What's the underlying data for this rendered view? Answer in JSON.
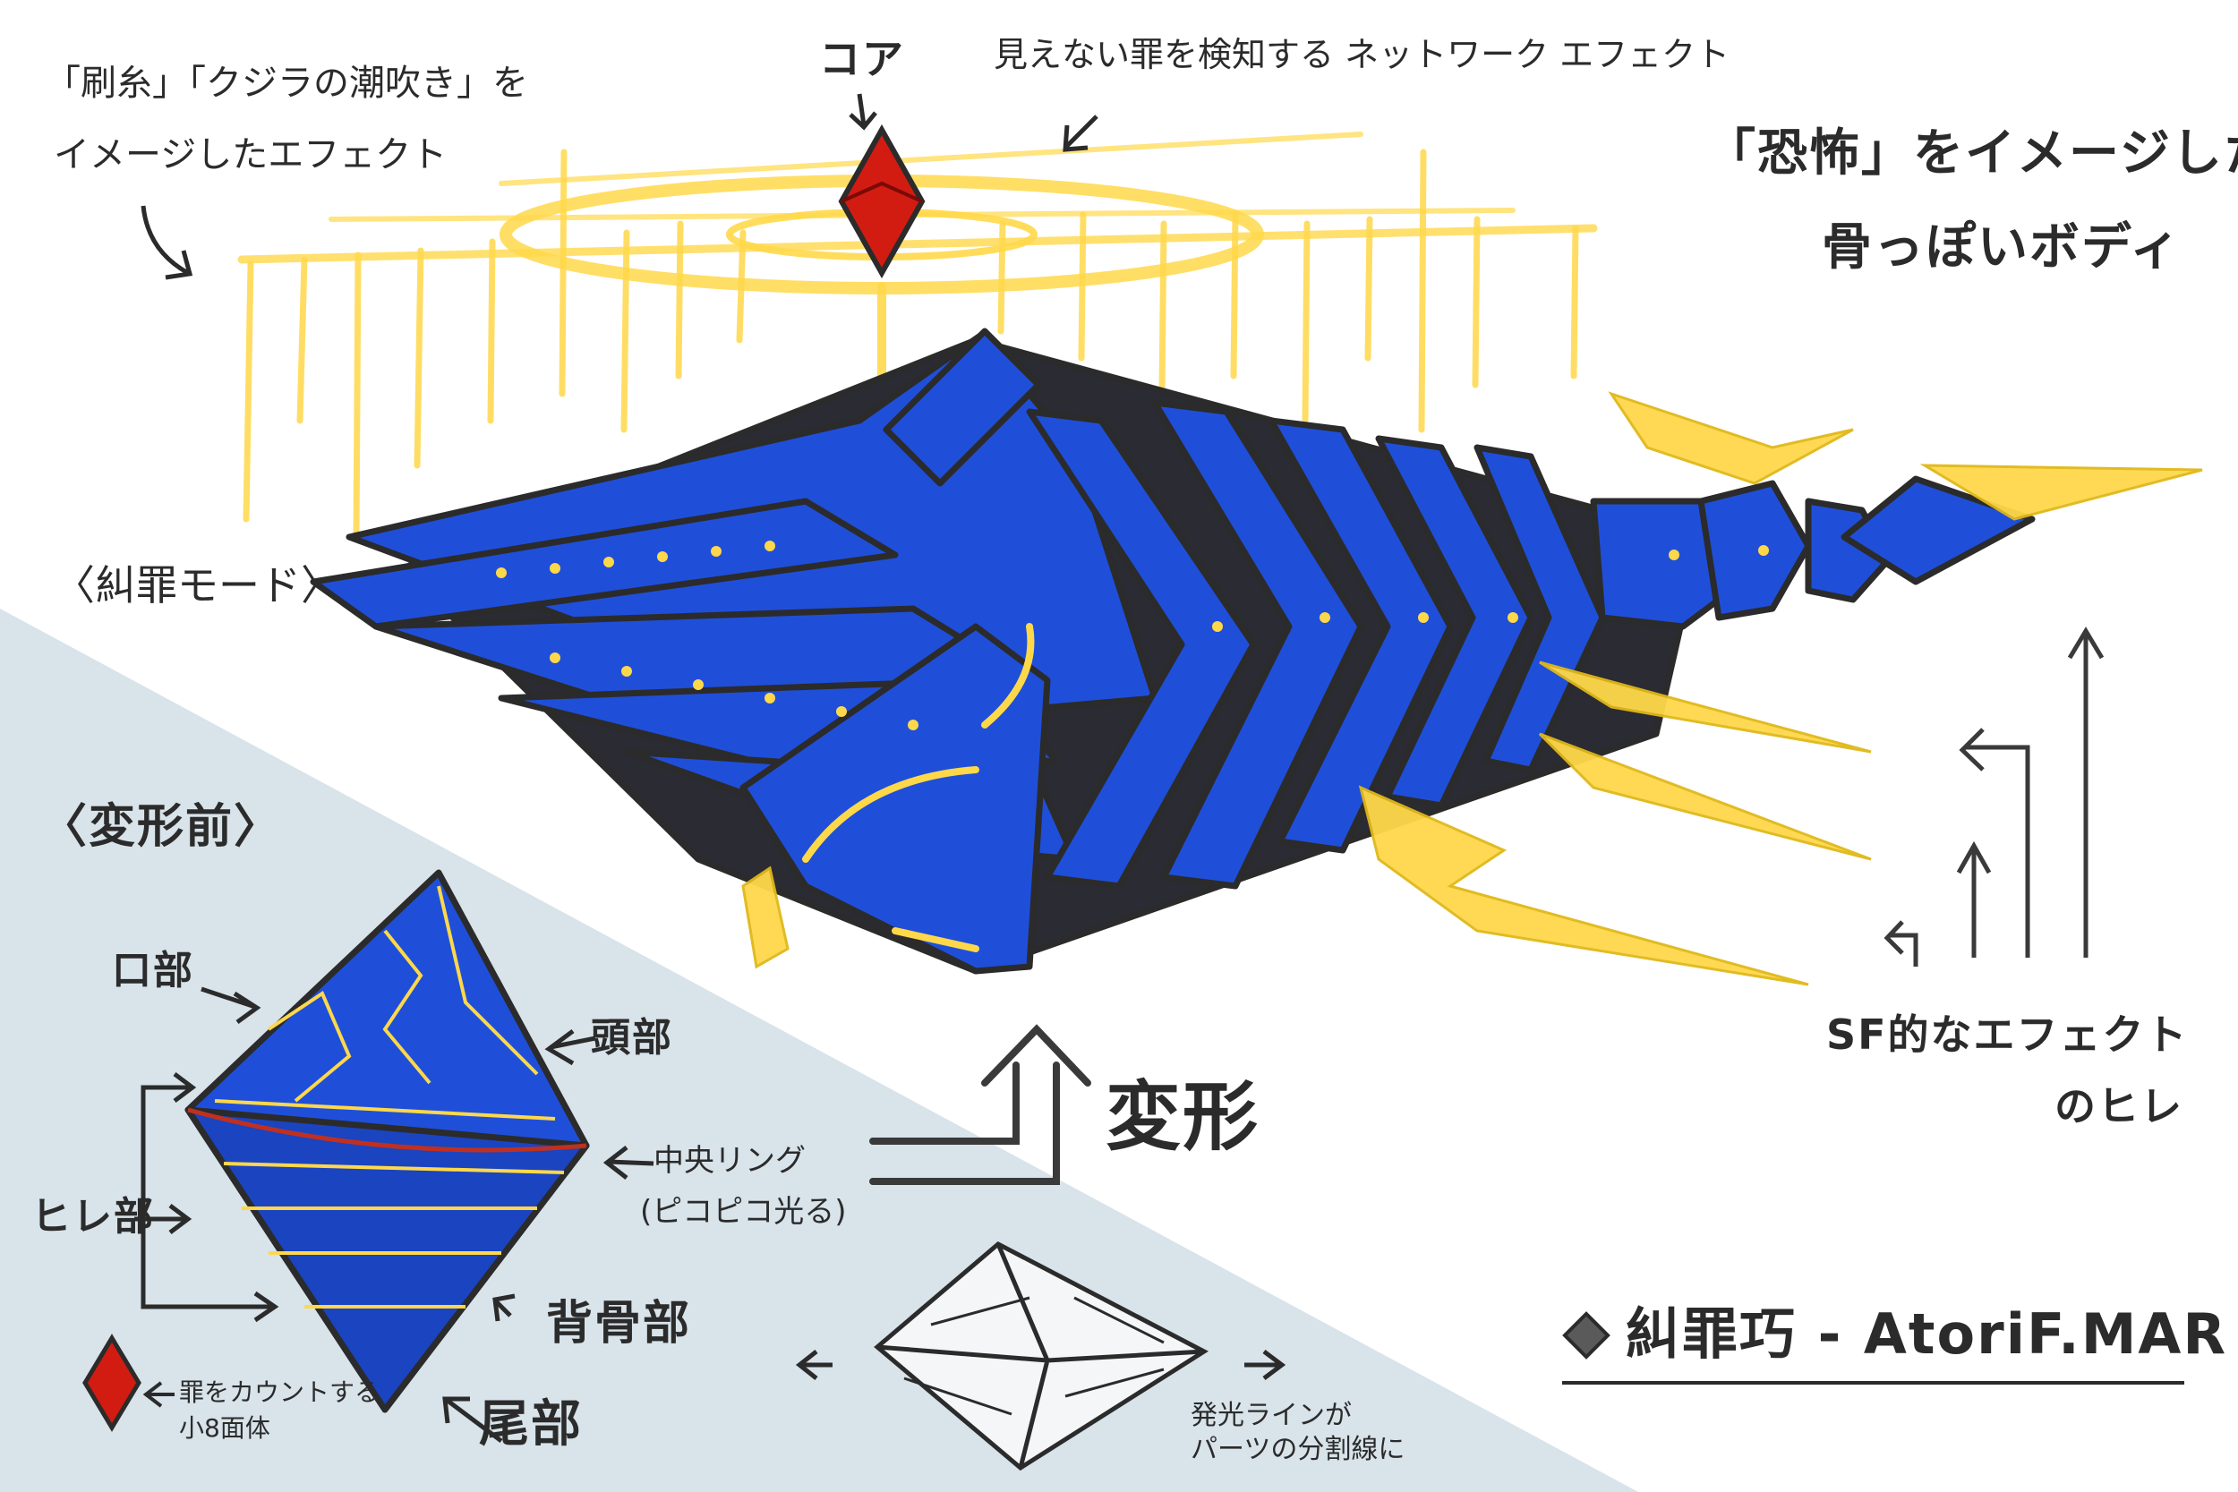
{
  "colors": {
    "body_blue": "#1f4fd9",
    "body_shadow": "#2b2b33",
    "glow_yellow": "#ffd84a",
    "core_red": "#d21c12",
    "panel_bg": "#d8e3ea",
    "ink": "#2b2b2b"
  },
  "labels": {
    "core": "コア",
    "network_effect": "見えない罪を検知する ネットワーク エフェクト",
    "top_left_line1": "「刷糸」「クジラの潮吹き」を",
    "top_left_line2": "イメージしたエフェクト",
    "fear_line1": "「恐怖」をイメージした",
    "fear_line2": "骨っぽいボディ",
    "mode": "〈糾罪モード〉",
    "before": "〈変形前〉",
    "mouth": "口部",
    "head": "頭部",
    "center_ring_line1": "中央リング",
    "center_ring_line2": "(ピコピコ光る)",
    "fin_part": "ヒレ部",
    "back_part": "背骨部",
    "tail_part": "尾部",
    "sin_counter_line1": "罪をカウントする",
    "sin_counter_line2": "小8面体",
    "transform": "変形",
    "sf_line1": "SF的なエフェクト",
    "sf_line2": "のヒレ",
    "glow_lines_line1": "発光ラインが",
    "glow_lines_line2": "パーツの分割線に",
    "signature": "糾罪巧 - AtoriF.MAR"
  }
}
